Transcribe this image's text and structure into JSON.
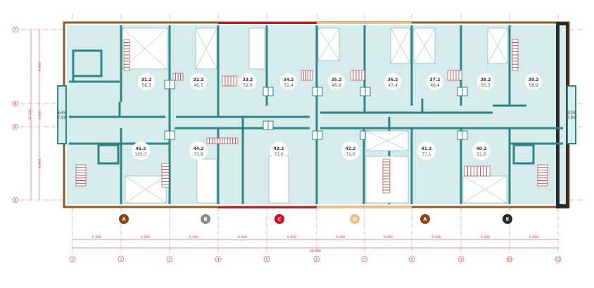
{
  "plan": {
    "row_axes": [
      "Г",
      "В",
      "Б",
      "А"
    ],
    "col_axes": [
      "1",
      "2",
      "3",
      "4",
      "5",
      "6",
      "7",
      "8",
      "9",
      "10",
      "11"
    ],
    "row_dims": [
      "6 900",
      "3 000",
      "6 900"
    ],
    "total_height": "21 000",
    "col_dims": [
      "6 000",
      "6 000",
      "6 000",
      "6 000",
      "6 000",
      "6 000",
      "6 000",
      "6 000",
      "6 000",
      "6 000"
    ],
    "total_width": "60 000",
    "stair_left": {
      "id": "Б45",
      "area": "7,98"
    },
    "stair_right": {
      "id": "Б28",
      "area": "7,98"
    },
    "units_top": [
      {
        "id": "31.2",
        "area": "58,3"
      },
      {
        "id": "32.2",
        "area": "46,5"
      },
      {
        "id": "33.2",
        "area": "52,0"
      },
      {
        "id": "34.2",
        "area": "51,4"
      },
      {
        "id": "35.2",
        "area": "46,9"
      },
      {
        "id": "36.2",
        "area": "47,4"
      },
      {
        "id": "37.2",
        "area": "46,4"
      },
      {
        "id": "38.2",
        "area": "50,3"
      },
      {
        "id": "39.2",
        "area": "58,9"
      }
    ],
    "units_bottom": [
      {
        "id": "45.2",
        "area": "105,3"
      },
      {
        "id": "44.2",
        "area": "73,8"
      },
      {
        "id": "43.2",
        "area": "73,6"
      },
      {
        "id": "42.2",
        "area": "72,6"
      },
      {
        "id": "41.2",
        "area": "77,1"
      },
      {
        "id": "40.2",
        "area": "51,6"
      }
    ],
    "sections": [
      {
        "label": "А",
        "color": "#8b4513"
      },
      {
        "label": "В",
        "color": "#8a8a8a"
      },
      {
        "label": "С",
        "color": "#d0102a"
      },
      {
        "label": "D",
        "color": "#f2c07c"
      },
      {
        "label": "А",
        "color": "#8b4513"
      },
      {
        "label": "Е",
        "color": "#2a2a2a"
      }
    ],
    "colors": {
      "floor": "#d6ecec",
      "wall": "#2f8585",
      "axis": "#e06060",
      "stair": "#b03030"
    }
  }
}
